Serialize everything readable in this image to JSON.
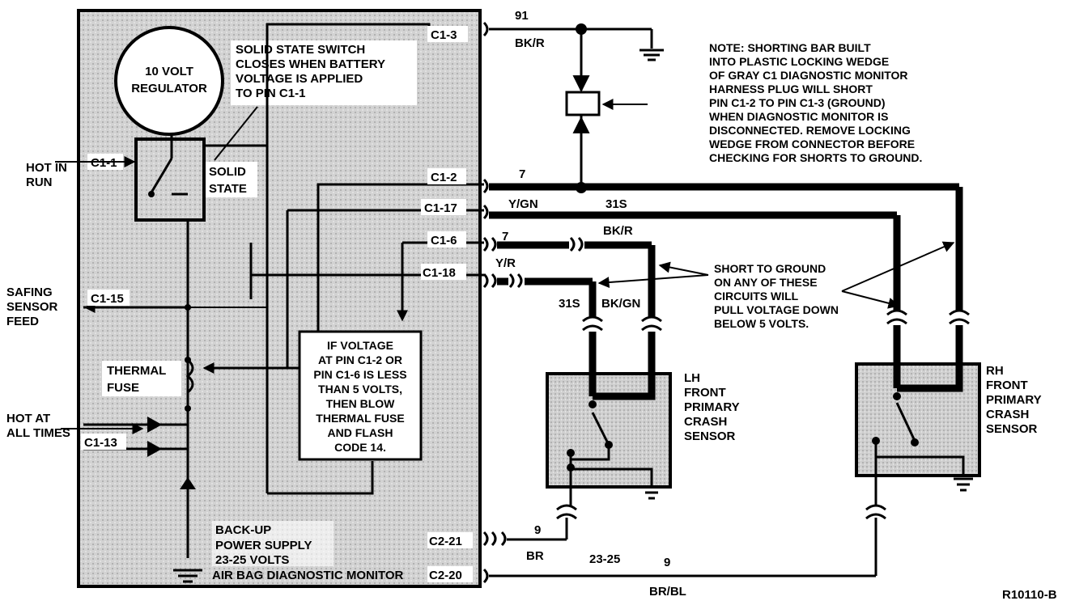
{
  "diagram": {
    "module": {
      "title": "AIR BAG DIAGNOSTIC MONITOR",
      "regulator": [
        "10 VOLT",
        "REGULATOR"
      ],
      "switch_note": [
        "SOLID STATE SWITCH",
        "CLOSES WHEN BATTERY",
        "VOLTAGE IS APPLIED",
        "TO PIN C1-1"
      ],
      "solid_state": [
        "SOLID",
        "STATE"
      ],
      "thermal_fuse": [
        "THERMAL",
        "FUSE"
      ],
      "logic_note": [
        "IF VOLTAGE",
        "AT PIN C1-2 OR",
        "PIN C1-6 IS LESS",
        "THAN 5 VOLTS,",
        "THEN BLOW",
        "THERMAL FUSE",
        "AND FLASH",
        "CODE 14."
      ],
      "backup": [
        "BACK-UP",
        "POWER SUPPLY",
        "23-25 VOLTS"
      ]
    },
    "pins": {
      "c1_3": "C1-3",
      "c1_1": "C1-1",
      "c1_2": "C1-2",
      "c1_17": "C1-17",
      "c1_6": "C1-6",
      "c1_18": "C1-18",
      "c1_15": "C1-15",
      "c1_13": "C1-13",
      "c2_21": "C2-21",
      "c2_20": "C2-20"
    },
    "external_labels": {
      "hot_in_run": [
        "HOT IN",
        "RUN"
      ],
      "safing": [
        "SAFING",
        "SENSOR",
        "FEED"
      ],
      "hot_at_all_times": [
        "HOT AT",
        "ALL TIMES"
      ]
    },
    "circuits": {
      "c91": "91",
      "bk_r_top": "BK/R",
      "c7_top": "7",
      "y_gn": "Y/GN",
      "c31s_top": "31S",
      "c7_mid": "7",
      "bk_r_mid": "BK/R",
      "y_r": "Y/R",
      "c31s_left": "31S",
      "bk_gn": "BK/GN",
      "c9_left": "9",
      "br": "BR",
      "c23_25": "23-25",
      "c9_bottom": "9",
      "br_bl": "BR/BL"
    },
    "shorting_note": [
      "NOTE: SHORTING BAR BUILT",
      "INTO PLASTIC LOCKING WEDGE",
      "OF GRAY C1 DIAGNOSTIC MONITOR",
      "HARNESS PLUG WILL SHORT",
      "PIN C1-2 TO PIN C1-3 (GROUND)",
      "WHEN DIAGNOSTIC MONITOR IS",
      "DISCONNECTED. REMOVE LOCKING",
      "WEDGE FROM CONNECTOR BEFORE",
      "CHECKING FOR SHORTS TO GROUND."
    ],
    "short_note": [
      "SHORT TO GROUND",
      "ON ANY OF THESE",
      "CIRCUITS WILL",
      "PULL VOLTAGE DOWN",
      "BELOW 5 VOLTS."
    ],
    "lh_sensor": [
      "LH",
      "FRONT",
      "PRIMARY",
      "CRASH",
      "SENSOR"
    ],
    "rh_sensor": [
      "RH",
      "FRONT",
      "PRIMARY",
      "CRASH",
      "SENSOR"
    ],
    "figure_id": "R10110-B"
  }
}
